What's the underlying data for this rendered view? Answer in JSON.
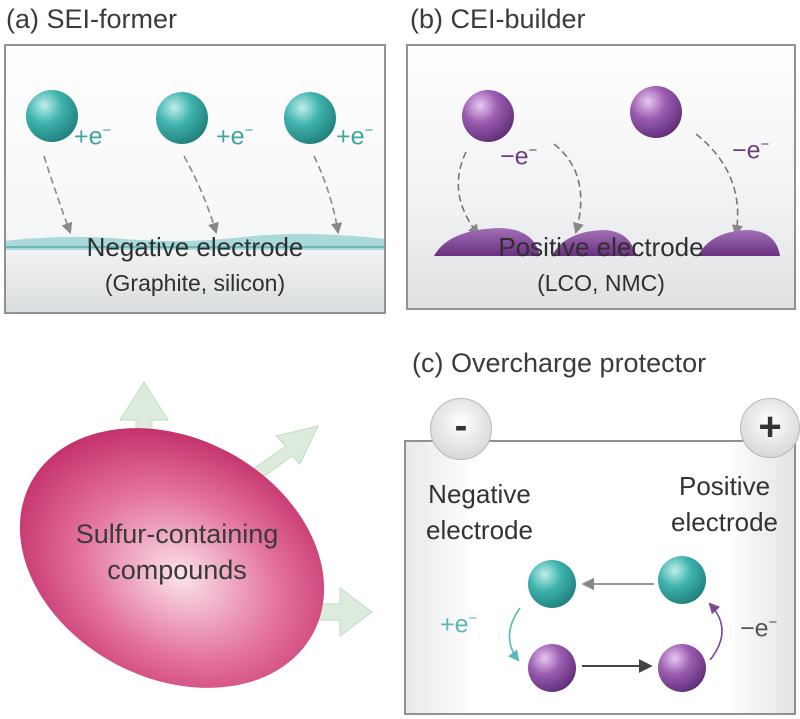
{
  "panel_a": {
    "title": "(a) SEI-former",
    "electron_label": "+e",
    "electron_sup": "−",
    "electrode_name": "Negative electrode",
    "electrode_materials": "(Graphite, silicon)",
    "ion_color": "#3fb3ae",
    "electrolyte_color": "#a9d9d9"
  },
  "panel_b": {
    "title": "(b) CEI-builder",
    "electron_label": "−e",
    "electron_sup": "−",
    "electrode_name": "Positive electrode",
    "electrode_materials": "(LCO, NMC)",
    "ion_color": "#9b5cb0",
    "film_color": "#7b3c92"
  },
  "center": {
    "line1": "Sulfur-containing",
    "line2": "compounds",
    "ellipse_color": "#d8407a",
    "arrow_color": "#dcebdc"
  },
  "panel_c": {
    "title": "(c) Overcharge protector",
    "negative_terminal": "-",
    "positive_terminal": "+",
    "negative_line1": "Negative",
    "negative_line2": "electrode",
    "positive_line1": "Positive",
    "positive_line2": "electrode",
    "gain_label": "+e",
    "gain_sup": "−",
    "loss_label": "−e",
    "loss_sup": "−"
  }
}
